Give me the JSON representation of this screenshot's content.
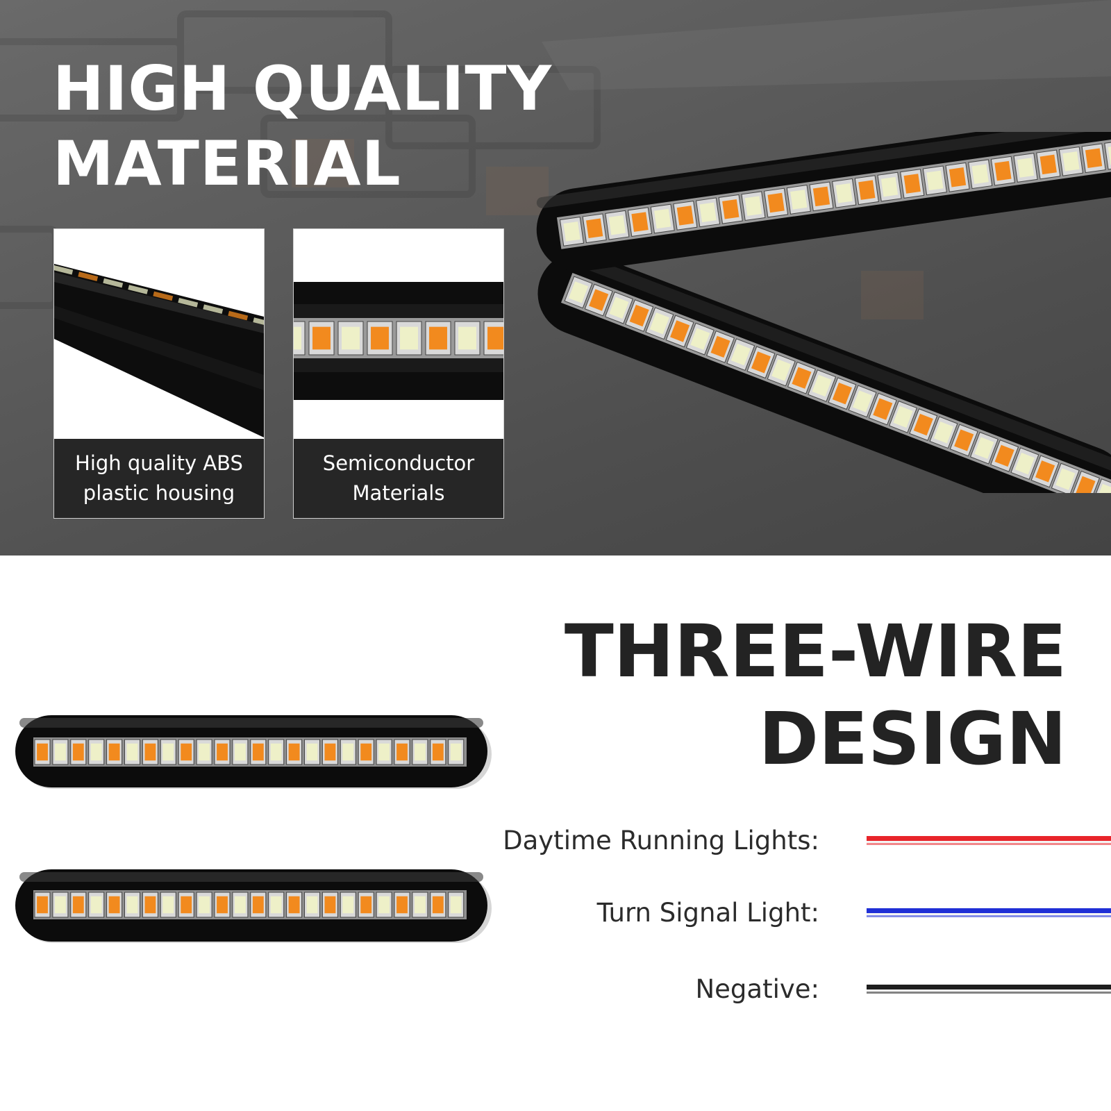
{
  "material_section": {
    "title_line1": "HIGH QUALITY",
    "title_line2": "MATERIAL",
    "cards": [
      {
        "caption_line1": "High quality ABS",
        "caption_line2": "plastic housing"
      },
      {
        "caption_line1": "Semiconductor",
        "caption_line2": "Materials"
      }
    ]
  },
  "wire_section": {
    "title_line1": "THREE-WIRE",
    "title_line2": "DESIGN",
    "wires": [
      {
        "label": "Daytime Running Lights:",
        "color": "#e8242a"
      },
      {
        "label": "Turn Signal Light:",
        "color": "#1f2fd6"
      },
      {
        "label": "Negative:",
        "color": "#1e1e1e"
      }
    ]
  },
  "led_colors": {
    "amber": "#f28a1e",
    "white": "#eef0c8",
    "housing": "#0c0c0c"
  }
}
